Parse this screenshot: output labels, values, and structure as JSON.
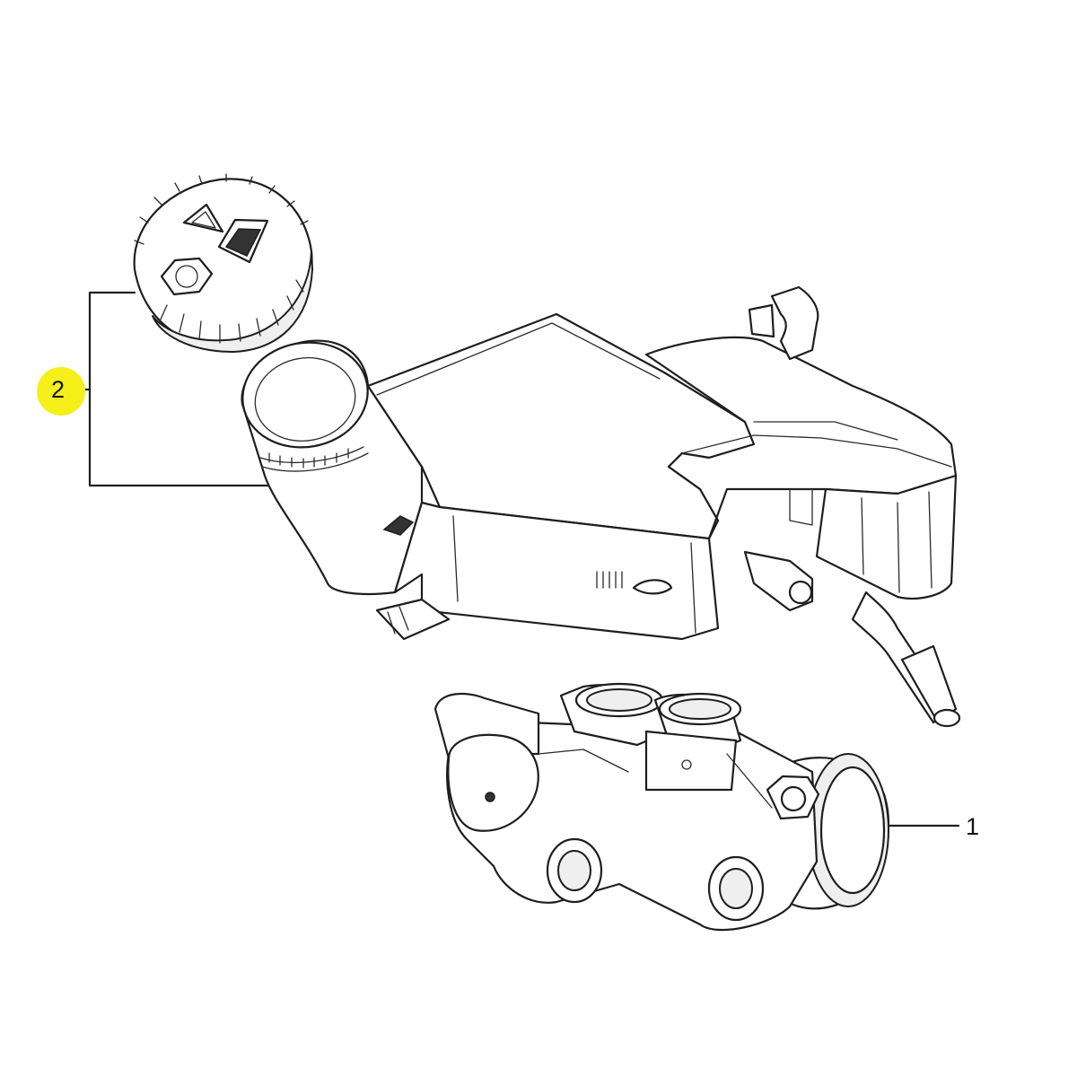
{
  "callouts": [
    {
      "label": "1",
      "part": "brake-master-cylinder"
    },
    {
      "label": "2",
      "part": "brake-fluid-reservoir-with-cap"
    }
  ],
  "colors": {
    "background": "#ffffff",
    "linework": "#1e1e1e",
    "highlight": "#f5ef1a"
  }
}
